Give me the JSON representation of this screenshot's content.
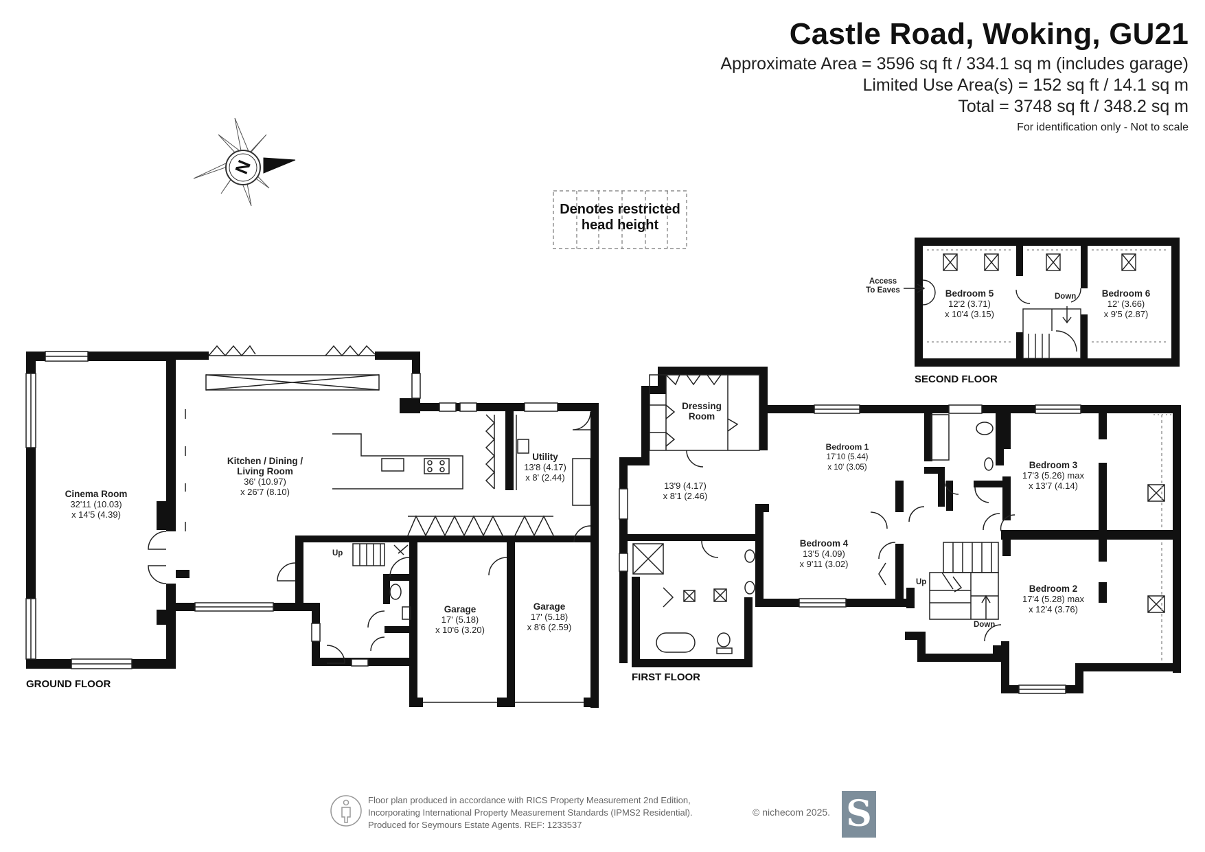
{
  "header": {
    "title": "Castle Road, Woking, GU21",
    "area_lines": [
      "Approximate Area = 3596 sq ft / 334.1 sq m (includes garage)",
      "Limited Use Area(s) = 152 sq ft / 14.1 sq m",
      "Total = 3748 sq ft / 348.2 sq m"
    ],
    "note": "For identification only - Not to scale"
  },
  "compass": {
    "letter": "N",
    "icon": "north-arrow-icon"
  },
  "legend": {
    "text_line1": "Denotes restricted",
    "text_line2": "head height"
  },
  "floors": {
    "ground": "GROUND FLOOR",
    "first": "FIRST FLOOR",
    "second": "SECOND FLOOR"
  },
  "rooms": {
    "cinema": {
      "name": "Cinema Room",
      "dim1": "32'11 (10.03)",
      "dim2": "x 14'5 (4.39)"
    },
    "kitchen": {
      "name1": "Kitchen / Dining /",
      "name2": "Living Room",
      "dim1": "36' (10.97)",
      "dim2": "x 26'7 (8.10)"
    },
    "utility": {
      "name": "Utility",
      "dim1": "13'8 (4.17)",
      "dim2": "x 8' (2.44)"
    },
    "garage1": {
      "name": "Garage",
      "dim1": "17' (5.18)",
      "dim2": "x 10'6 (3.20)"
    },
    "garage2": {
      "name": "Garage",
      "dim1": "17' (5.18)",
      "dim2": "x 8'6 (2.59)"
    },
    "dressing": {
      "name1": "Dressing",
      "name2": "Room"
    },
    "bedroom1": {
      "name": "Bedroom 1",
      "dim1": "17'10 (5.44)",
      "dim2": "x 10' (3.05)"
    },
    "landing_first": {
      "dim1": "13'9 (4.17)",
      "dim2": "x 8'1 (2.46)"
    },
    "bedroom4": {
      "name": "Bedroom 4",
      "dim1": "13'5 (4.09)",
      "dim2": "x 9'11 (3.02)"
    },
    "bedroom3": {
      "name": "Bedroom 3",
      "dim1": "17'3 (5.26) max",
      "dim2": "x 13'7 (4.14)"
    },
    "bedroom2": {
      "name": "Bedroom 2",
      "dim1": "17'4 (5.28) max",
      "dim2": "x 12'4 (3.76)"
    },
    "bedroom5": {
      "name": "Bedroom 5",
      "dim1": "12'2 (3.71)",
      "dim2": "x 10'4 (3.15)"
    },
    "bedroom6": {
      "name": "Bedroom 6",
      "dim1": "12' (3.66)",
      "dim2": "x 9'5 (2.87)"
    }
  },
  "labels": {
    "up_ground": "Up",
    "up_first": "Up",
    "down_first": "Down",
    "down_second": "Down",
    "access_eaves_1": "Access",
    "access_eaves_2": "To Eaves"
  },
  "footer": {
    "line1": "Floor plan produced in accordance with RICS Property Measurement 2nd Edition,",
    "line2": "Incorporating International Property Measurement Standards (IPMS2 Residential).",
    "line3": "Produced for Seymours Estate Agents.   REF: 1233537",
    "copyright": "© nichecom 2025.",
    "logo_letter": "S"
  }
}
